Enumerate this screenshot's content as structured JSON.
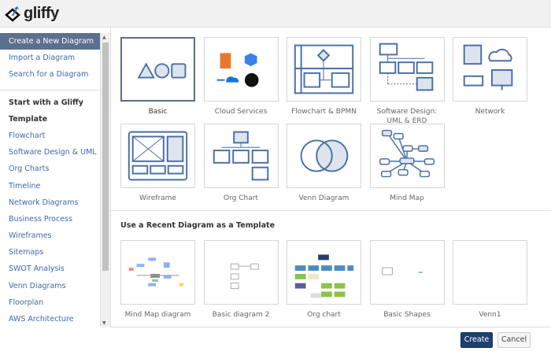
{
  "app": {
    "logo_text": "gliffy"
  },
  "sidebar": {
    "actions": [
      {
        "label": "Create a New Diagram",
        "active": true
      },
      {
        "label": "Import a Diagram"
      },
      {
        "label": "Search for a Diagram"
      }
    ],
    "section_title_1": "Start with a Gliffy",
    "section_title_2": "Template",
    "templates": [
      "Flowchart",
      "Software Design & UML",
      "Org Charts",
      "Timeline",
      "Network Diagrams",
      "Business Process",
      "Wireframes",
      "Sitemaps",
      "SWOT Analysis",
      "Venn Diagrams",
      "Floorplan",
      "AWS Architecture"
    ]
  },
  "main": {
    "templates": [
      {
        "label": "Basic",
        "icon": "basic-shapes-icon",
        "selected": true
      },
      {
        "label": "Cloud Services",
        "icon": "cloud-services-icon"
      },
      {
        "label": "Flowchart & BPMN",
        "icon": "flowchart-icon"
      },
      {
        "label": "Software Design: UML & ERD",
        "icon": "uml-icon"
      },
      {
        "label": "Network",
        "icon": "network-icon"
      },
      {
        "label": "Wireframe",
        "icon": "wireframe-icon"
      },
      {
        "label": "Org Chart",
        "icon": "org-chart-icon"
      },
      {
        "label": "Venn Diagram",
        "icon": "venn-icon"
      },
      {
        "label": "Mind Map",
        "icon": "mind-map-icon"
      }
    ],
    "recent_heading": "Use a Recent Diagram as a Template",
    "recent": [
      {
        "label": "Mind Map diagram"
      },
      {
        "label": "Basic diagram 2"
      },
      {
        "label": "Org chart"
      },
      {
        "label": "Basic Shapes"
      },
      {
        "label": "Venn1"
      }
    ]
  },
  "footer": {
    "create_label": "Create",
    "cancel_label": "Cancel"
  },
  "colors": {
    "accent": "#5b6f8f",
    "link": "#3d6aa8",
    "primary_button": "#1f3f6e",
    "icon_stroke": "#4a6fa5",
    "icon_fill": "#dde4ee"
  }
}
